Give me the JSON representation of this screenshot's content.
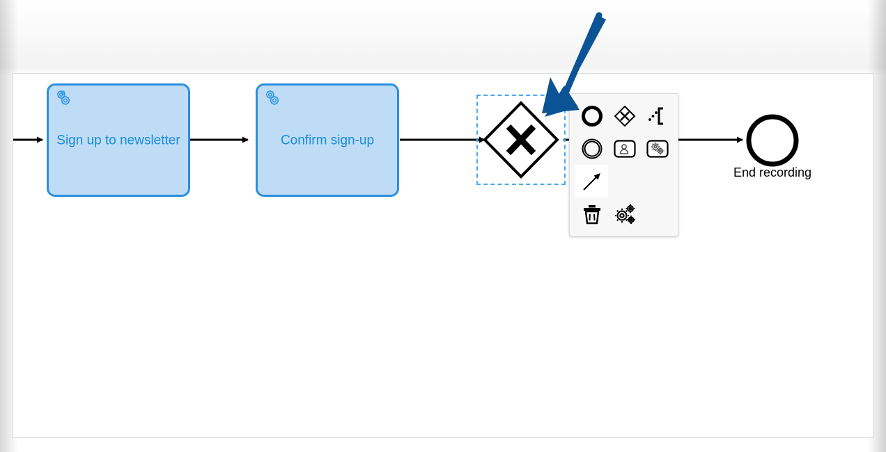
{
  "app": {
    "title": "BPMN Process Modeler",
    "canvas_name": "bpmn-canvas"
  },
  "accent_colors": {
    "task_fill": "#bfdcf6",
    "task_stroke": "#2a8fe0",
    "task_text": "#1a8cdb",
    "selection": "#4aa7ef",
    "callout_arrow": "#0b5394",
    "shape_stroke": "#000000",
    "canvas_background": "#ffffff",
    "pad_background": "#f7f7f7"
  },
  "diagram": {
    "type": "bpmn-process",
    "elements": [
      {
        "id": "start-flow",
        "kind": "sequence-flow",
        "name": "incoming-start-flow",
        "label": ""
      },
      {
        "id": "task-1",
        "kind": "service-task",
        "name": "task-sign-up-to-newsletter",
        "label": "Sign up to newsletter",
        "icon": "gears-icon",
        "selected": false
      },
      {
        "id": "flow-1",
        "kind": "sequence-flow",
        "name": "flow-task1-to-task2",
        "label": ""
      },
      {
        "id": "task-2",
        "kind": "service-task",
        "name": "task-confirm-sign-up",
        "label": "Confirm sign-up",
        "icon": "gears-icon",
        "selected": false
      },
      {
        "id": "flow-2",
        "kind": "sequence-flow",
        "name": "flow-task2-to-gateway",
        "label": ""
      },
      {
        "id": "gateway-1",
        "kind": "exclusive-gateway",
        "name": "exclusive-gateway",
        "label": "",
        "marker": "X",
        "selected": true
      },
      {
        "id": "flow-3",
        "kind": "sequence-flow",
        "name": "flow-gateway-to-end",
        "label": ""
      },
      {
        "id": "end-1",
        "kind": "end-event",
        "name": "end-event-end-recording",
        "label": "End recording",
        "selected": false
      }
    ]
  },
  "context_pad": {
    "name": "context-pad",
    "target": "exclusive-gateway",
    "rows": [
      {
        "items": [
          {
            "name": "append-end-event",
            "icon": "circle-thick-icon",
            "tooltip": "Append EndEvent",
            "hover": false
          },
          {
            "name": "append-gateway",
            "icon": "gateway-diamond-icon",
            "tooltip": "Append Gateway",
            "hover": false
          },
          {
            "name": "append-text-annotation",
            "icon": "text-annotation-icon",
            "tooltip": "Append TextAnnotation",
            "hover": false
          }
        ]
      },
      {
        "items": [
          {
            "name": "append-intermediate-event",
            "icon": "double-circle-icon",
            "tooltip": "Append Intermediate/Boundary Event",
            "hover": false
          },
          {
            "name": "append-user-task",
            "icon": "user-task-icon",
            "tooltip": "Append User Task",
            "hover": false
          },
          {
            "name": "append-service-task",
            "icon": "service-task-icon",
            "tooltip": "Append Service Task",
            "hover": false
          }
        ]
      },
      {
        "items": [
          {
            "name": "connect-tool",
            "icon": "connect-arrow-icon",
            "tooltip": "Connect using Sequence/MessageFlow",
            "hover": true
          },
          {
            "name": "pad-spacer-1",
            "icon": "none",
            "tooltip": "",
            "hover": false
          },
          {
            "name": "pad-spacer-2",
            "icon": "none",
            "tooltip": "",
            "hover": false
          }
        ]
      },
      {
        "items": [
          {
            "name": "delete-element",
            "icon": "trash-icon",
            "tooltip": "Remove",
            "hover": false
          },
          {
            "name": "change-type",
            "icon": "gears-icon",
            "tooltip": "Change type",
            "hover": false
          },
          {
            "name": "pad-spacer-3",
            "icon": "none",
            "tooltip": "",
            "hover": false
          }
        ]
      }
    ]
  },
  "annotation": {
    "name": "callout-arrow",
    "points_to": "exclusive-gateway",
    "color": "#0b5394"
  }
}
